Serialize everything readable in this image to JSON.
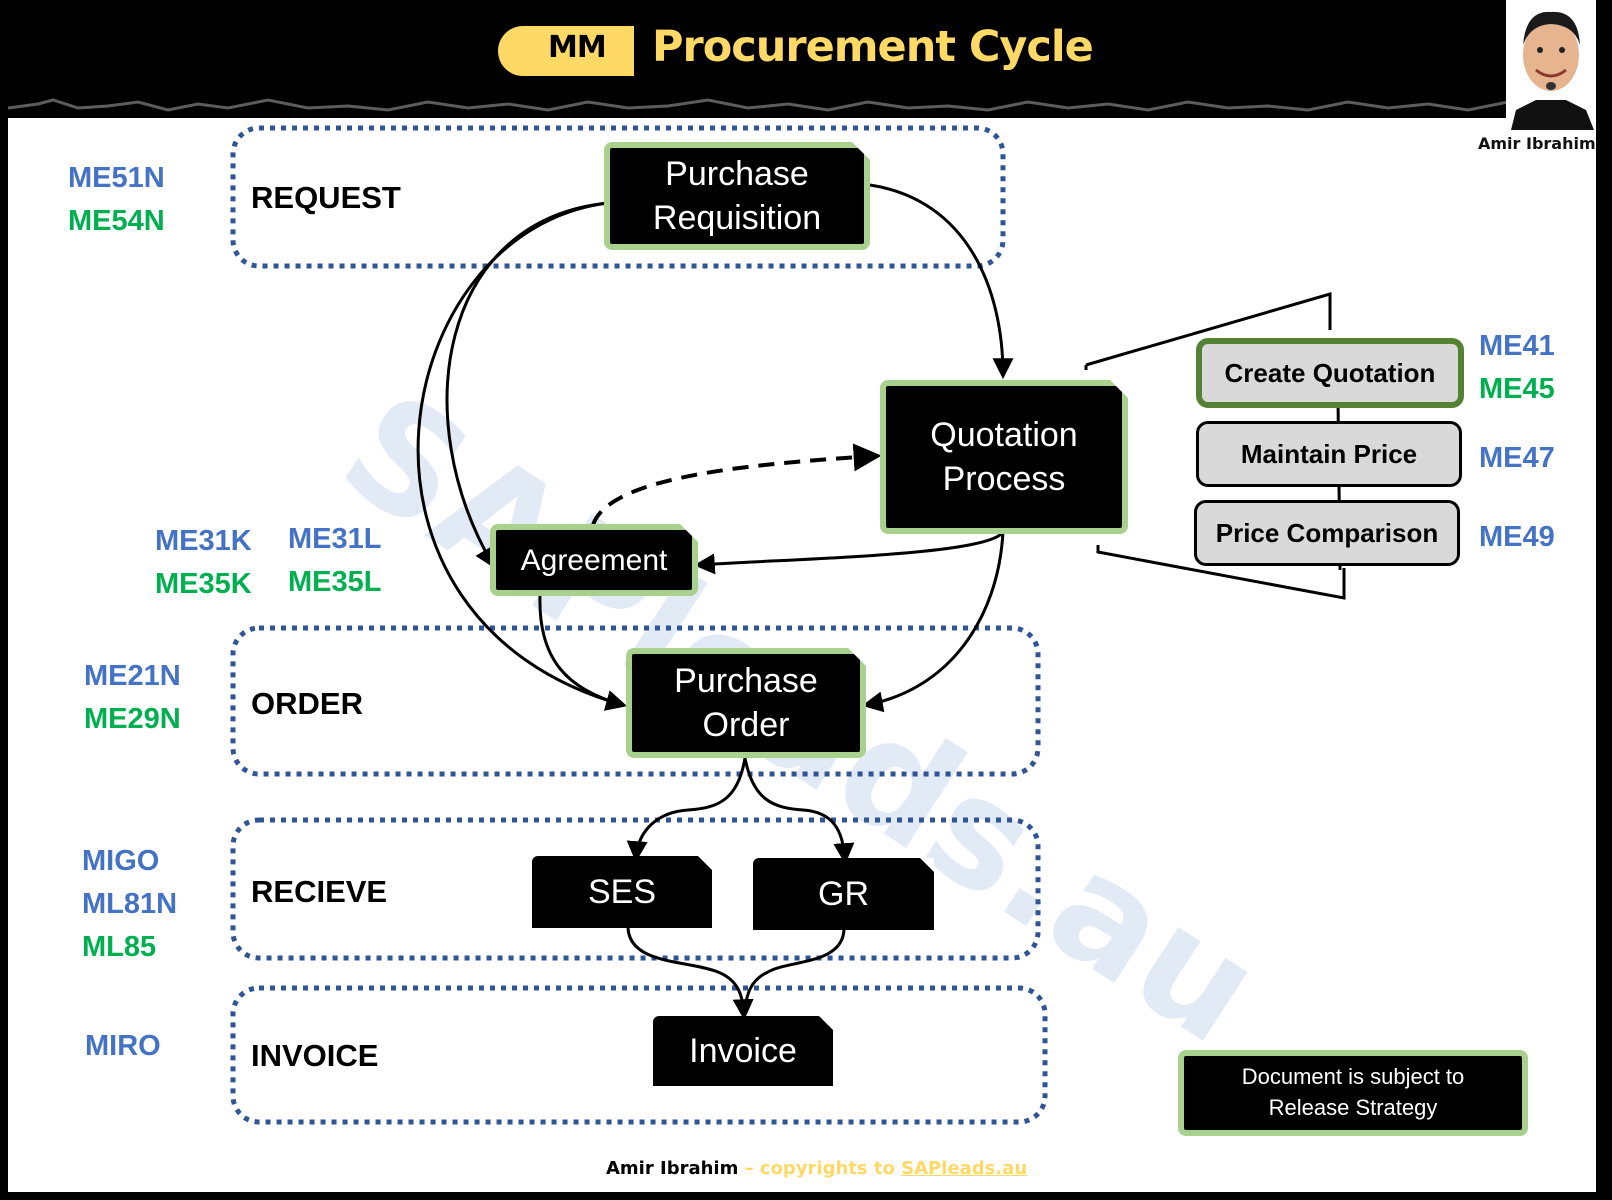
{
  "header": {
    "badge": "MM",
    "title": "Procurement Cycle",
    "author": "Amir Ibrahim"
  },
  "watermark": "SAPleads.au",
  "stages": [
    {
      "label": "REQUEST",
      "codes": [
        {
          "text": "ME51N",
          "color": "blue"
        },
        {
          "text": "ME54N",
          "color": "green"
        }
      ]
    },
    {
      "label": "ORDER",
      "codes": [
        {
          "text": "ME21N",
          "color": "blue"
        },
        {
          "text": "ME29N",
          "color": "green"
        }
      ]
    },
    {
      "label": "RECIEVE",
      "codes": [
        {
          "text": "MIGO",
          "color": "blue"
        },
        {
          "text": "ML81N",
          "color": "blue"
        },
        {
          "text": "ML85",
          "color": "green"
        }
      ]
    },
    {
      "label": "INVOICE",
      "codes": [
        {
          "text": "MIRO",
          "color": "blue"
        }
      ]
    }
  ],
  "agreement_codes": {
    "row1": [
      "ME31K",
      "ME31L"
    ],
    "row2": [
      "ME35K",
      "ME35L"
    ]
  },
  "nodes": {
    "purchase_requisition": {
      "line1": "Purchase",
      "line2": "Requisition"
    },
    "quotation_process": {
      "line1": "Quotation",
      "line2": "Process"
    },
    "agreement": "Agreement",
    "purchase_order": {
      "line1": "Purchase",
      "line2": "Order"
    },
    "ses": "SES",
    "gr": "GR",
    "invoice": "Invoice"
  },
  "quotation_steps": [
    {
      "label": "Create Quotation",
      "codes": [
        {
          "text": "ME41",
          "color": "blue"
        },
        {
          "text": "ME45",
          "color": "green"
        }
      ]
    },
    {
      "label": "Maintain Price",
      "codes": [
        {
          "text": "ME47",
          "color": "blue"
        }
      ]
    },
    {
      "label": "Price Comparison",
      "codes": [
        {
          "text": "ME49",
          "color": "blue"
        }
      ]
    }
  ],
  "legend": {
    "line1": "Document is subject to",
    "line2": "Release Strategy"
  },
  "footer": {
    "name": "Amir Ibrahim",
    "sep": " – copyrights to ",
    "link": "SAPleads.au"
  },
  "colors": {
    "blue": "#4472c4",
    "green": "#00b050",
    "yellow": "#ffd966",
    "green_border": "#a9d18e",
    "dotted": "#2f5597"
  }
}
